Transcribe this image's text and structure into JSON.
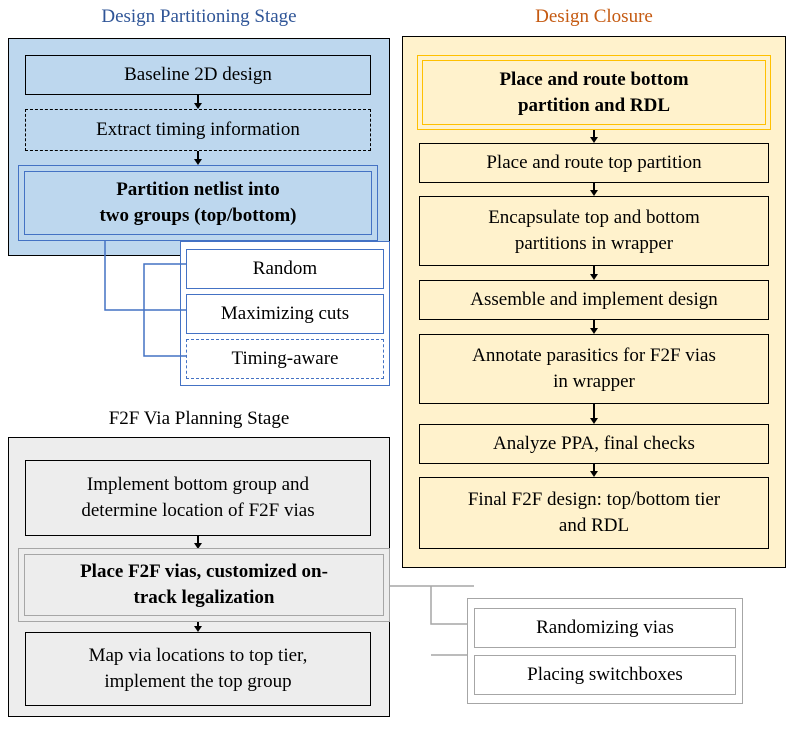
{
  "titles": {
    "partitioning": "Design Partitioning Stage",
    "closure": "Design Closure",
    "via_planning": "F2F Via Planning Stage"
  },
  "partitioning": {
    "baseline": "Baseline 2D design",
    "extract": "Extract timing information",
    "partition": "Partition netlist into\ntwo groups (top/bottom)",
    "options": [
      "Random",
      "Maximizing cuts",
      "Timing-aware"
    ]
  },
  "via_planning": {
    "implement_bottom": "Implement bottom group and\ndetermine location of F2F vias",
    "place_vias": "Place F2F vias, customized on-\ntrack legalization",
    "map_vias": "Map via locations to top tier,\nimplement the top group",
    "options": [
      "Randomizing vias",
      "Placing switchboxes"
    ]
  },
  "closure": {
    "steps": [
      "Place and route bottom\npartition and RDL",
      "Place and route top partition",
      "Encapsulate top and bottom\npartitions in wrapper",
      "Assemble and implement design",
      "Annotate parasitics for F2F vias\nin wrapper",
      "Analyze PPA, final checks",
      "Final F2F design: top/bottom tier\nand RDL"
    ]
  },
  "colors": {
    "partition_fill": "#bdd7ee",
    "partition_accent": "#4472c4",
    "partition_title": "#2f5597",
    "closure_fill": "#fff2cc",
    "closure_accent": "#ffc000",
    "closure_title": "#c55a11",
    "via_fill": "#ededed",
    "via_accent": "#a6a6a6"
  }
}
